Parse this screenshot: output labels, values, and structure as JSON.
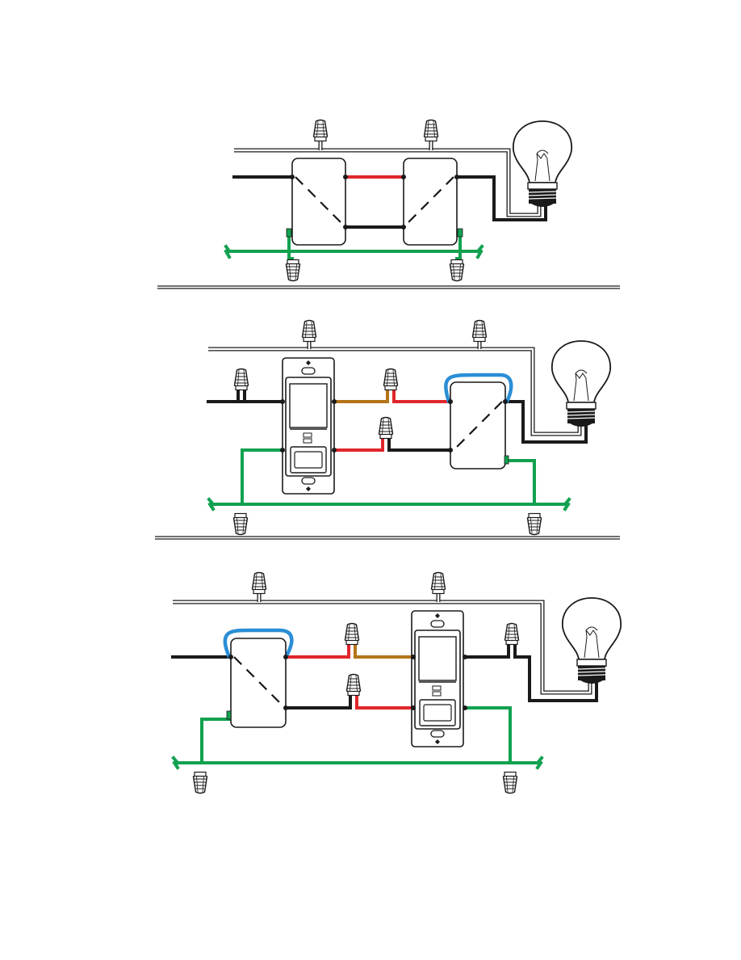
{
  "figure": {
    "panels": [
      {
        "name": "panel-1",
        "description_visible_text": ""
      },
      {
        "name": "panel-2",
        "description_visible_text": ""
      },
      {
        "name": "panel-3",
        "description_visible_text": ""
      }
    ]
  },
  "colors": {
    "hot": "#1a1a1a",
    "traveler_red": "#e0262b",
    "traveler_brown": "#b47417",
    "ground": "#12a150",
    "jumper": "#2a8ed6",
    "neutral": "#ffffff"
  },
  "icons": [
    "wire-nut-icon",
    "light-bulb-icon",
    "three-way-switch-icon",
    "dimmer-switch-icon"
  ]
}
